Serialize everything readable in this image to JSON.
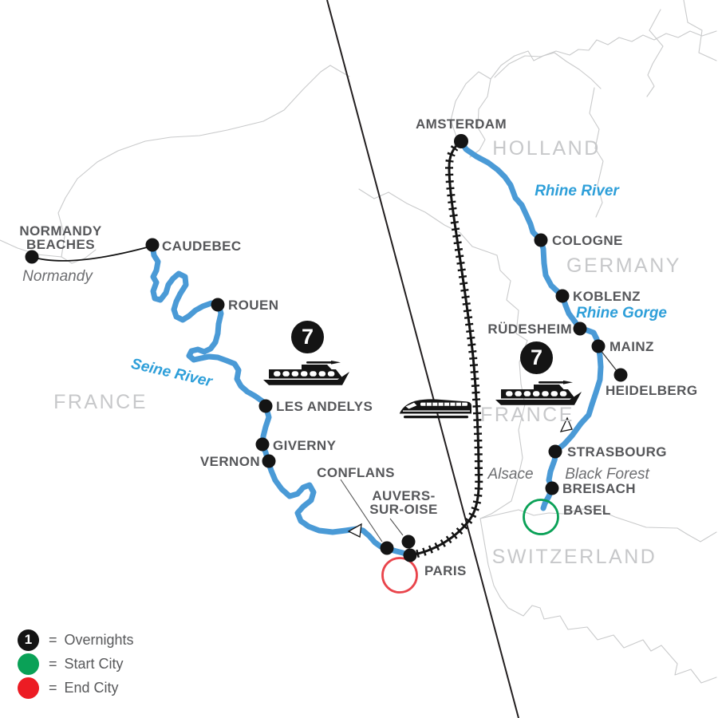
{
  "legend": {
    "equals": "=",
    "items": [
      {
        "symbol": "overnights-badge",
        "value": "1",
        "label": "Overnights"
      },
      {
        "symbol": "start-city-dot",
        "label": "Start City"
      },
      {
        "symbol": "end-city-dot",
        "label": "End City"
      }
    ]
  },
  "badges": {
    "seine_nights": "7",
    "rhine_nights": "7"
  },
  "countries": {
    "holland": "HOLLAND",
    "germany": "GERMANY",
    "france_west": "FRANCE",
    "france_east": "FRANCE",
    "switzerland": "SWITZERLAND"
  },
  "regions": {
    "normandy": "Normandy",
    "alsace": "Alsace",
    "black_forest": "Black Forest"
  },
  "waterways": {
    "seine": "Seine River",
    "rhine": "Rhine River",
    "rhine_gorge": "Rhine Gorge"
  },
  "seine_route": {
    "normandy_beaches_line1": "NORMANDY",
    "normandy_beaches_line2": "BEACHES",
    "caudebec": "CAUDEBEC",
    "rouen": "ROUEN",
    "les_andelys": "LES ANDELYS",
    "giverny": "GIVERNY",
    "vernon": "VERNON",
    "conflans": "CONFLANS",
    "auvers_line1": "AUVERS-",
    "auvers_line2": "SUR-OISE",
    "paris": "PARIS"
  },
  "rhine_route": {
    "amsterdam": "AMSTERDAM",
    "cologne": "COLOGNE",
    "koblenz": "KOBLENZ",
    "rudesheim": "RÜDESHEIM",
    "mainz": "MAINZ",
    "heidelberg": "HEIDELBERG",
    "strasbourg": "STRASBOURG",
    "breisach": "BREISACH",
    "basel": "BASEL"
  },
  "colors": {
    "river_blue": "#4A9AD6",
    "water_label_blue": "#2E9FD9",
    "start_green": "#0AA157",
    "end_red": "#EC1C24",
    "marker_black": "#141414",
    "city_text": "#56575A",
    "country_text": "#C7C8CA",
    "region_text": "#6D6E71",
    "border_gray": "#C9CACB"
  }
}
